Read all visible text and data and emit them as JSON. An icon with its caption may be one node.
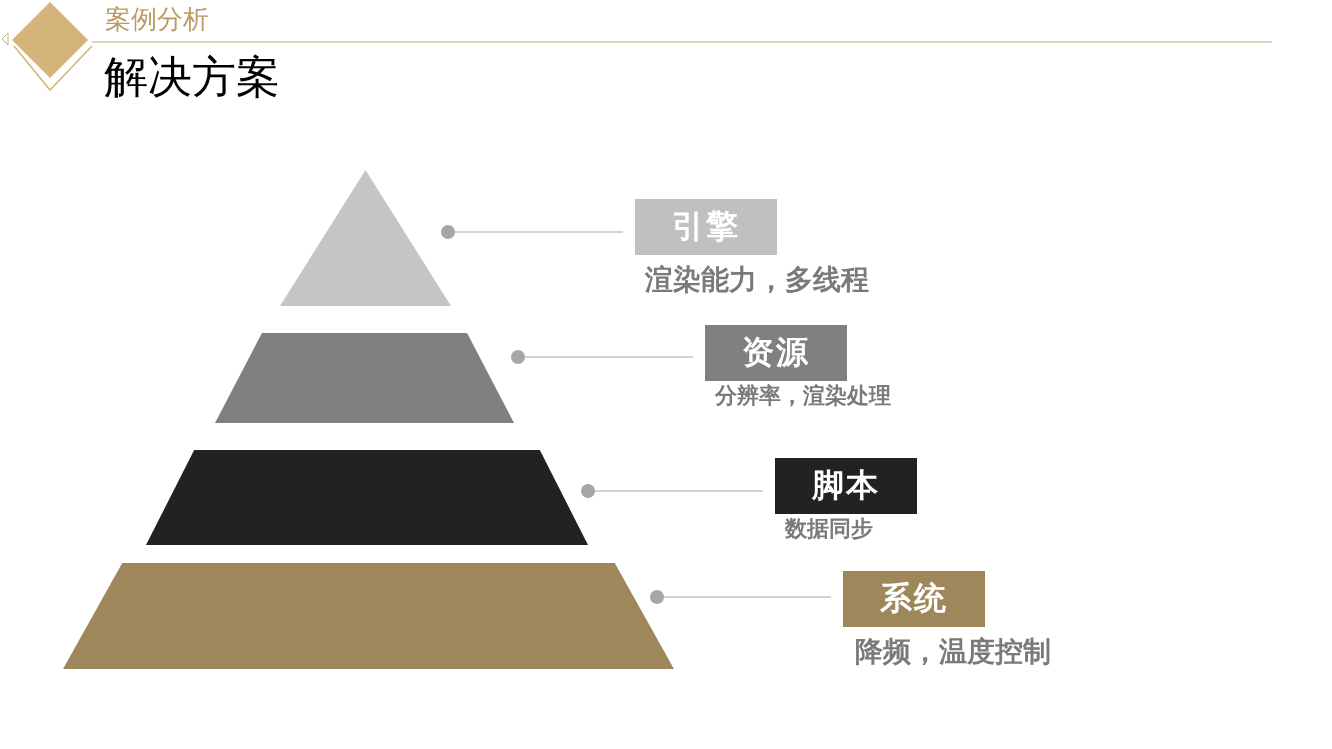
{
  "diagram": {
    "title": "解决方案",
    "nodes": [
      {
        "text": [],
        "shape": "triangle"
      },
      {
        "text": [],
        "shape": "trapezoid"
      },
      {
        "text": [],
        "shape": "trapezoid"
      },
      {
        "text": [],
        "shape": "trapezoid"
      },
      {
        "text": [
          "引擎"
        ],
        "beside": [
          "渲染能力，多线程"
        ]
      },
      {
        "text": [
          "资源"
        ],
        "beside": [
          "分辨率，渲染处理"
        ]
      },
      {
        "text": [
          "脚本"
        ],
        "beside": [
          "数据同步"
        ]
      },
      {
        "text": [
          "系统"
        ],
        "beside": [
          "降频，温度控制"
        ]
      }
    ],
    "edges": [
      {
        "from": 0,
        "to": 4,
        "arrow": "other"
      },
      {
        "from": 1,
        "to": 5,
        "arrow": "other"
      },
      {
        "from": 2,
        "to": 6,
        "arrow": "other"
      },
      {
        "from": 3,
        "to": 7,
        "arrow": "other"
      }
    ],
    "labels": [
      "案例分析"
    ]
  }
}
